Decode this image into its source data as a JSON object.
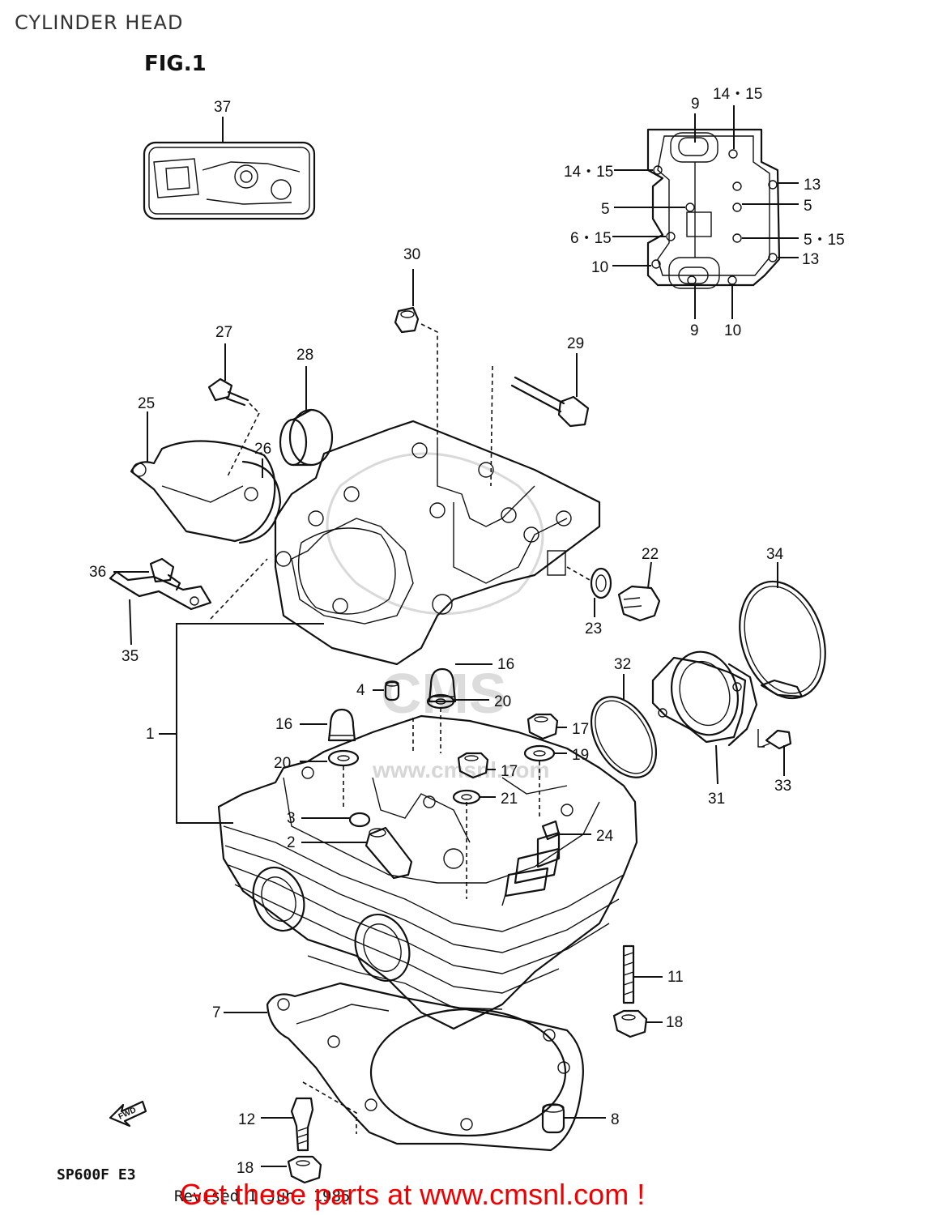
{
  "page": {
    "title": "CYLINDER HEAD",
    "figure": "FIG.1"
  },
  "footer": {
    "model": "SP600F  E3",
    "revised": "Revised I Jun. 1985",
    "link": "Get these parts at www.cmsnl.com !"
  },
  "watermark": {
    "text": "CMS",
    "url_text": "www.cmsnl.com"
  },
  "fwd_arrow": "FWD",
  "callouts": {
    "c1": "1",
    "c2": "2",
    "c3": "3",
    "c4": "4",
    "c5a": "5",
    "c5b": "5",
    "c5_15": "5・15",
    "c6_15": "6・15",
    "c7": "7",
    "c8": "8",
    "c9a": "9",
    "c9b": "9",
    "c10a": "10",
    "c10b": "10",
    "c11": "11",
    "c12": "12",
    "c13a": "13",
    "c13b": "13",
    "c14_15a": "14・15",
    "c14_15b": "14・15",
    "c16a": "16",
    "c16b": "16",
    "c17a": "17",
    "c17b": "17",
    "c18a": "18",
    "c18b": "18",
    "c19": "19",
    "c20a": "20",
    "c20b": "20",
    "c21": "21",
    "c22": "22",
    "c23": "23",
    "c24": "24",
    "c25": "25",
    "c26": "26",
    "c27": "27",
    "c28": "28",
    "c29": "29",
    "c30": "30",
    "c31": "31",
    "c32": "32",
    "c33": "33",
    "c34": "34",
    "c35": "35",
    "c36": "36",
    "c37": "37"
  }
}
